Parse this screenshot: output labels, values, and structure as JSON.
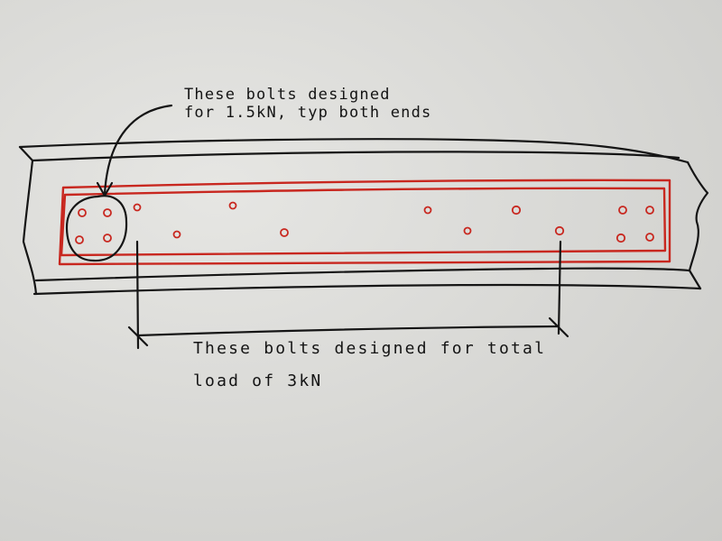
{
  "annotations": {
    "end_bolts": {
      "line1": "These bolts designed",
      "line2": "for 1.5kN, typ both ends"
    },
    "mid_bolts": {
      "line1": "These bolts designed for total",
      "line2": "load of 3kN"
    }
  },
  "colors": {
    "paper": "#dcdcd9",
    "ink": "#151515",
    "plate_ink": "#c8271f"
  }
}
